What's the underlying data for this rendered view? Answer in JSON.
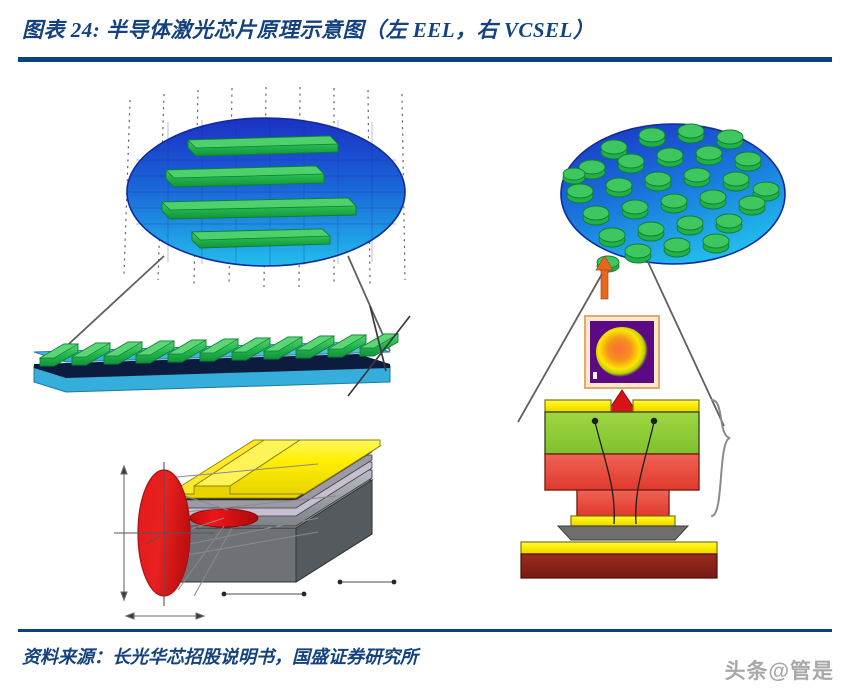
{
  "header": {
    "figure_label": "图表 24:",
    "title": "半导体激光芯片原理示意图（左 EEL，右 VCSEL）",
    "full_title": "图表 24:  半导体激光芯片原理示意图（左 EEL，右 VCSEL）",
    "rule_color": "#0a4281",
    "text_color": "#14427f"
  },
  "footer": {
    "source_text": "资料来源：长光华芯招股说明书，国盛证券研究所",
    "watermark": "头条@管是",
    "rule_color": "#0a4281",
    "text_color": "#14427f",
    "watermark_color": "#9a9a9a"
  },
  "figure": {
    "caption_left": "EEL",
    "caption_right": "VCSEL",
    "palette": {
      "wafer_blue_dark": "#1b36c0",
      "wafer_blue_light": "#20b7ea",
      "bar_green": "#1fb24a",
      "bar_green_light": "#4bd06e",
      "substrate_cyan": "#4ec6ec",
      "substrate_cyan_dark": "#2fa6d4",
      "metal_yellow": "#ffed00",
      "metal_yellow_dark": "#d9c700",
      "active_red": "#e8191b",
      "mesa_green": "#93d13c",
      "mesa_red": "#e8544a",
      "submount_maroon": "#8c2118",
      "solder_gray": "#6e6e6e",
      "layer_gray": "#8d8f93",
      "layer_dark": "#2b2b2b",
      "leader_gray": "#6f6f6f",
      "nearfield_purple": "#5c0a84",
      "nearfield_yellow": "#ffe600",
      "nearfield_orange": "#f07a1a",
      "arrow_red": "#d81317",
      "arrow_orange": "#e8671c"
    },
    "left_panel": {
      "name": "EEL schematic",
      "wafer": {
        "label": "EEL wafer",
        "bar_count": 4,
        "grid_lines": 9
      },
      "laser_bar": {
        "label": "laser diode bar",
        "emitter_count": 11
      },
      "single_chip": {
        "label": "single emitter chip",
        "active_region": "red stripe"
      },
      "beam_profile": {
        "label": "elliptical far field",
        "shape": "tall ellipse"
      }
    },
    "right_panel": {
      "name": "VCSEL schematic",
      "wafer": {
        "label": "VCSEL wafer",
        "emitter_count": 36
      },
      "near_field": {
        "label": "circular near field",
        "shape": "round spot"
      },
      "cross_section": {
        "label": "VCSEL mesa cross section",
        "brace": "DBR stack"
      }
    }
  }
}
